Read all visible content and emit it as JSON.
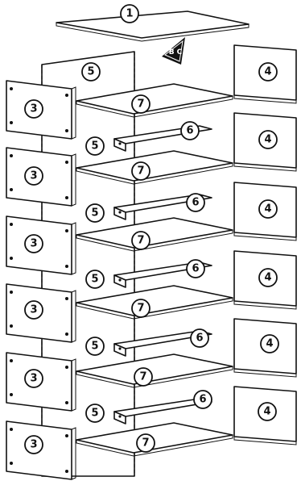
{
  "diagram": {
    "callouts": {
      "top_panel": "1",
      "side_panel": "3",
      "drawer_front": "4",
      "back_panel": "5",
      "rail": "6",
      "drawer_bottom": "7"
    },
    "warning_label": "B C",
    "colors": {
      "line": "#111111",
      "background": "#ffffff"
    }
  }
}
